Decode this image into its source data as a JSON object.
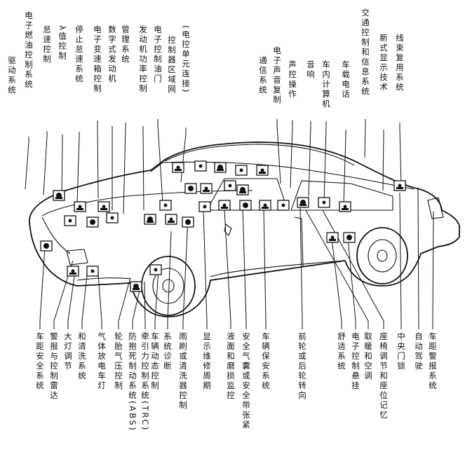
{
  "top_labels": [
    {
      "cols": [
        "驱动系统",
        "电子燃油控制系统"
      ]
    },
    {
      "cols": [
        "怠速控制"
      ]
    },
    {
      "cols": [
        "λ值控制"
      ]
    },
    {
      "cols": [
        "停止怠速系统"
      ]
    },
    {
      "cols": [
        "电子变速箱控制"
      ]
    },
    {
      "cols": [
        "数字式发动机"
      ]
    },
    {
      "cols": [
        "管理系统"
      ]
    },
    {
      "cols": [
        "发动机功率控制"
      ]
    },
    {
      "cols": [
        "电子控制油门"
      ]
    },
    {
      "cols": [
        "控制器区域网",
        "(电控单元连接)"
      ]
    },
    {
      "cols": [
        "通信系统",
        "电子声音复制"
      ]
    },
    {
      "cols": [
        "声控操作"
      ]
    },
    {
      "cols": [
        "音响"
      ]
    },
    {
      "cols": [
        "车内计算机"
      ]
    },
    {
      "cols": [
        "车载电话"
      ]
    },
    {
      "cols": [
        "交通控制和信息系统"
      ]
    },
    {
      "cols": [
        "新式显示技术"
      ]
    },
    {
      "cols": [
        "线束复用系统"
      ]
    }
  ],
  "bottom_labels": [
    {
      "cols": [
        "车距安全系统"
      ]
    },
    {
      "cols": [
        "警报与控制雷达"
      ]
    },
    {
      "cols": [
        "大灯调节"
      ]
    },
    {
      "cols": [
        "和清洗系统"
      ]
    },
    {
      "cols": [
        "气体放电车灯"
      ]
    },
    {
      "cols": [
        "轮胎气压控制"
      ]
    },
    {
      "cols": [
        "防抱死制动系统(ABS)"
      ]
    },
    {
      "cols": [
        "牵引力控制系统(TRC)"
      ]
    },
    {
      "cols": [
        "车辆动态控制"
      ]
    },
    {
      "cols": [
        "系统诊断"
      ]
    },
    {
      "cols": [
        "雨刷或清洗器控制"
      ]
    },
    {
      "cols": [
        "显示维修周期"
      ]
    },
    {
      "cols": [
        "液面和磨损监控"
      ]
    },
    {
      "cols": [
        "安全气囊或安全带张紧"
      ]
    },
    {
      "cols": [
        "车辆保安系统"
      ]
    },
    {
      "cols": [
        "前轮或后轮转向"
      ]
    },
    {
      "cols": [
        "舒适系统"
      ]
    },
    {
      "cols": [
        "电子控制悬挂"
      ]
    },
    {
      "cols": [
        "取暖和空调"
      ]
    },
    {
      "cols": [
        "座椅调节和座位记忆"
      ]
    },
    {
      "cols": [
        "中央门锁"
      ]
    },
    {
      "cols": [
        "自动驾驶"
      ]
    },
    {
      "cols": [
        "车距警报系统"
      ]
    }
  ]
}
